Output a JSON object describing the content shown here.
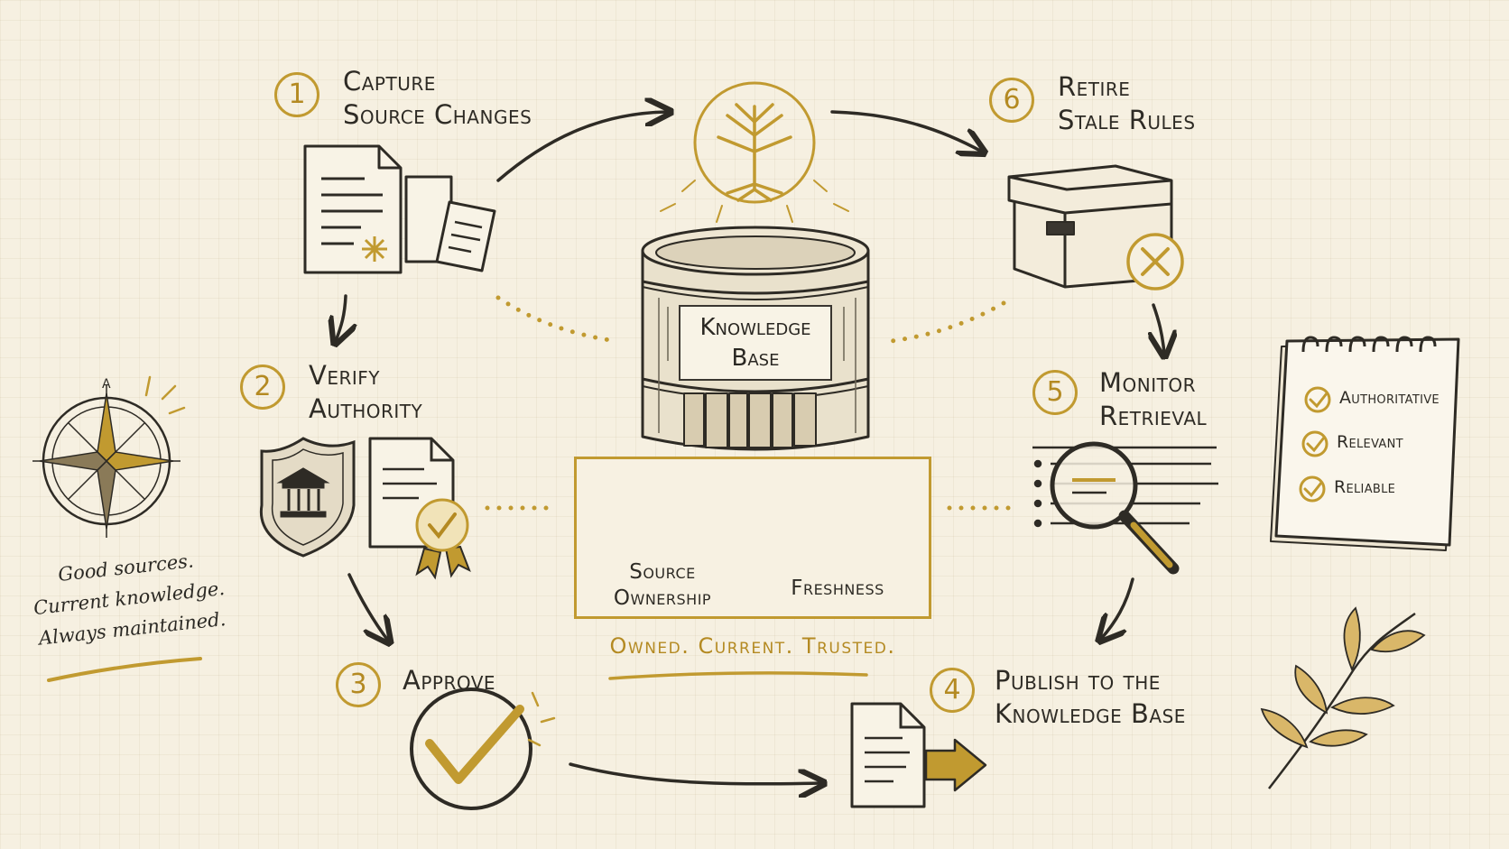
{
  "steps": [
    {
      "number": "1",
      "line1": "Capture",
      "line2": "Source Changes"
    },
    {
      "number": "2",
      "line1": "Verify",
      "line2": "Authority"
    },
    {
      "number": "3",
      "line1": "Approve",
      "line2": ""
    },
    {
      "number": "4",
      "line1": "Publish to the",
      "line2": "Knowledge Base"
    },
    {
      "number": "5",
      "line1": "Monitor",
      "line2": "Retrieval"
    },
    {
      "number": "6",
      "line1": "Retire",
      "line2": "Stale Rules"
    }
  ],
  "center": {
    "kb_line1": "Knowledge",
    "kb_line2": "Base",
    "ownership_line1": "Source",
    "ownership_line2": "Ownership",
    "freshness": "Freshness",
    "tagline": "Owned. Current. Trusted."
  },
  "note": {
    "line1": "Good sources.",
    "line2": "Current knowledge.",
    "line3": "Always maintained."
  },
  "checklist": [
    "Authoritative",
    "Relevant",
    "Reliable"
  ],
  "colors": {
    "accent": "#c19a30",
    "ink": "#2e2b25",
    "paper": "#f6f0e1"
  },
  "icons": [
    "documents-icon",
    "tree-emblem-icon",
    "archive-box-icon",
    "x-circle-icon",
    "shield-bank-icon",
    "certificate-icon",
    "compass-icon",
    "magnifier-icon",
    "checkmark-circle-icon",
    "publish-document-icon",
    "person-icon",
    "calendar-clock-icon",
    "notepad-icon",
    "leaf-branch-icon"
  ]
}
